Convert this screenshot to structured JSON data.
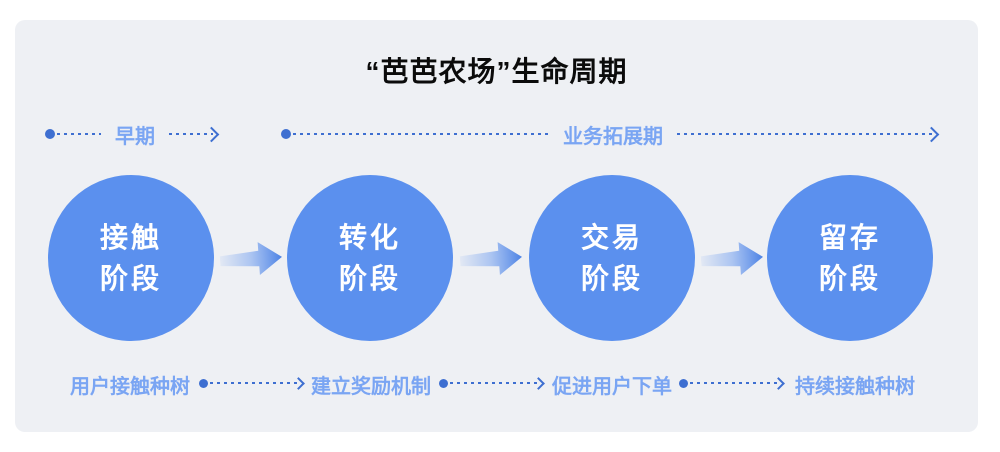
{
  "title": "“芭芭农场”生命周期",
  "colors": {
    "panel_bg": "#eef0f4",
    "circle_blue": "#5b90ee",
    "line_blue": "#3e6fd1",
    "label_blue": "#7aa5f3",
    "title_color": "#0b0b0b",
    "stage_text": "#ffffff"
  },
  "timelines": [
    {
      "label": "早期"
    },
    {
      "label": "业务拓展期"
    }
  ],
  "stages": [
    {
      "line1": "接触",
      "line2": "阶段",
      "note": "用户接触种树"
    },
    {
      "line1": "转化",
      "line2": "阶段",
      "note": "建立奖励机制"
    },
    {
      "line1": "交易",
      "line2": "阶段",
      "note": "促进用户下单"
    },
    {
      "line1": "留存",
      "line2": "阶段",
      "note": "持续接触种树"
    }
  ],
  "icons": {
    "timeline_dot": "filled-circle",
    "arrow_head": "chevron-right",
    "flow_arrow": "gradient-right-arrow"
  }
}
